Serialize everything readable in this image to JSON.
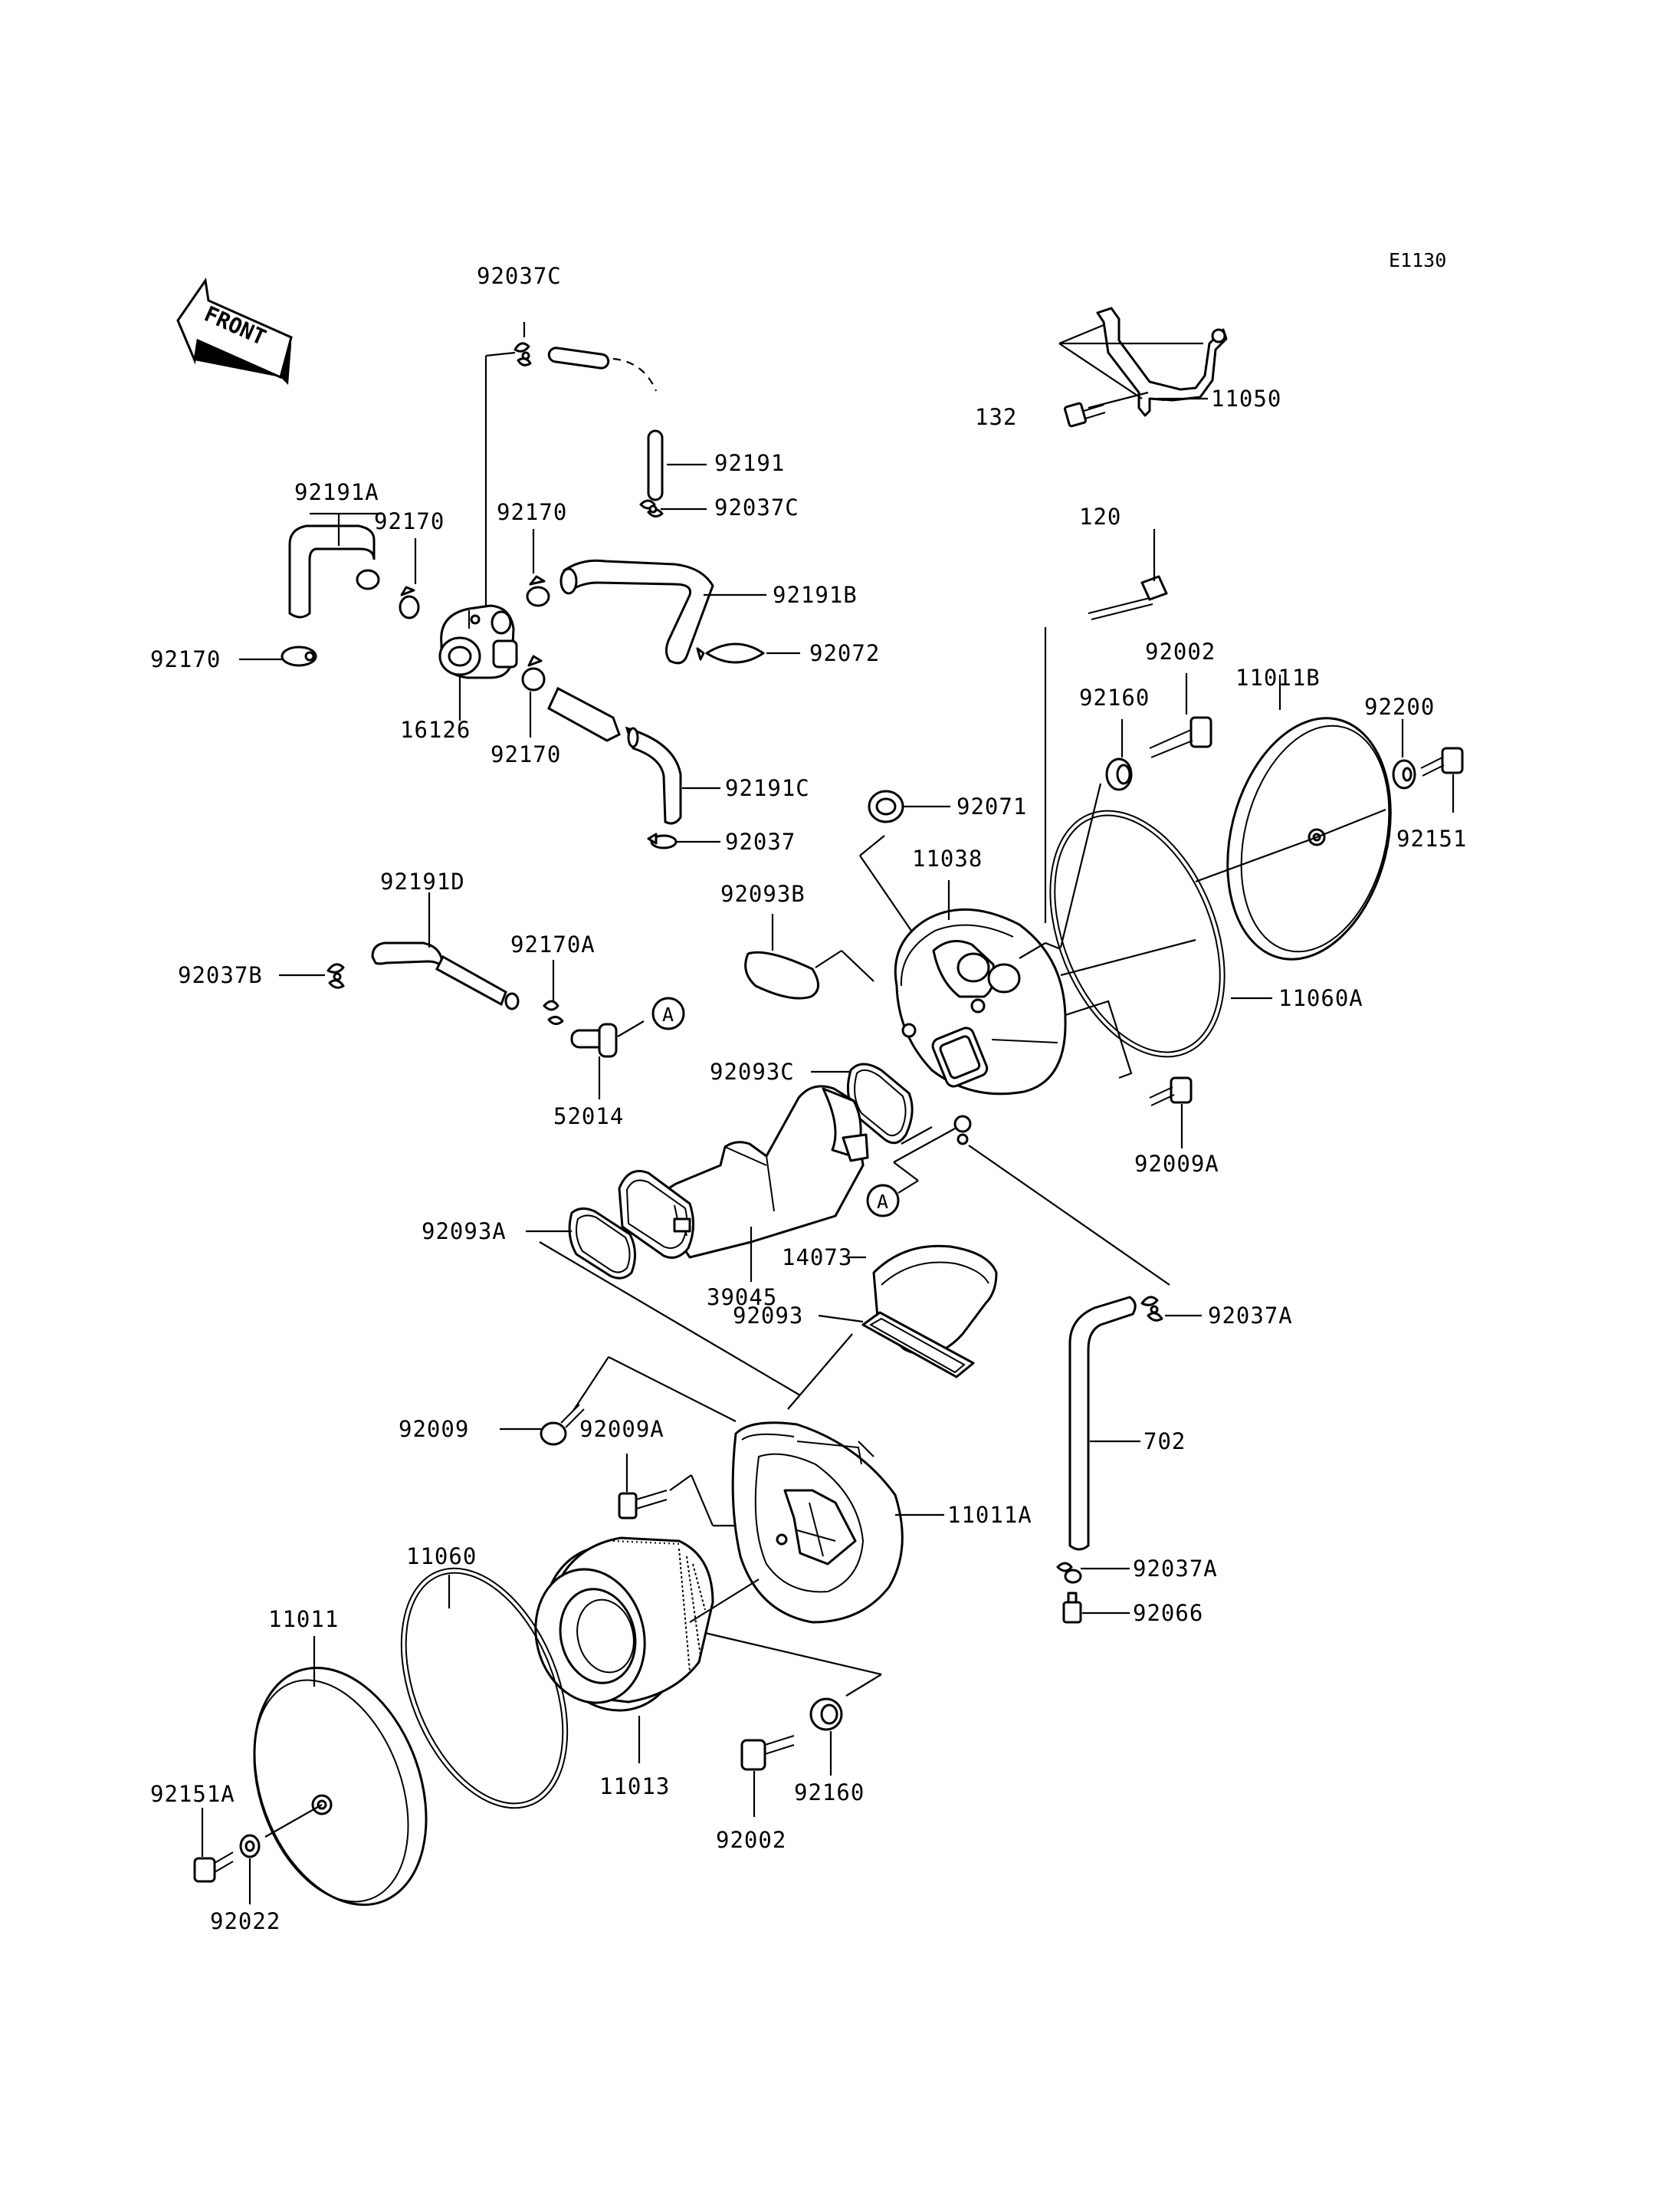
{
  "diagram_code": "E1130",
  "front_marker": "FRONT",
  "ref_markers": [
    "A",
    "A"
  ],
  "parts": [
    "92037C",
    "92037C",
    "92191",
    "92191A",
    "92170",
    "92170",
    "92170",
    "92170",
    "92191B",
    "92072",
    "16126",
    "92191C",
    "92037",
    "132",
    "11050",
    "120",
    "92002",
    "11011B",
    "92160",
    "92200",
    "92151",
    "92071",
    "11038",
    "92093B",
    "11060A",
    "92191D",
    "92170A",
    "92037B",
    "52014",
    "92093C",
    "92009A",
    "92093A",
    "39045",
    "14073",
    "92093",
    "92037A",
    "92009",
    "92009A",
    "11011A",
    "702",
    "11060",
    "11011",
    "11013",
    "92037A",
    "92066",
    "92151A",
    "92022",
    "92002",
    "92160"
  ]
}
